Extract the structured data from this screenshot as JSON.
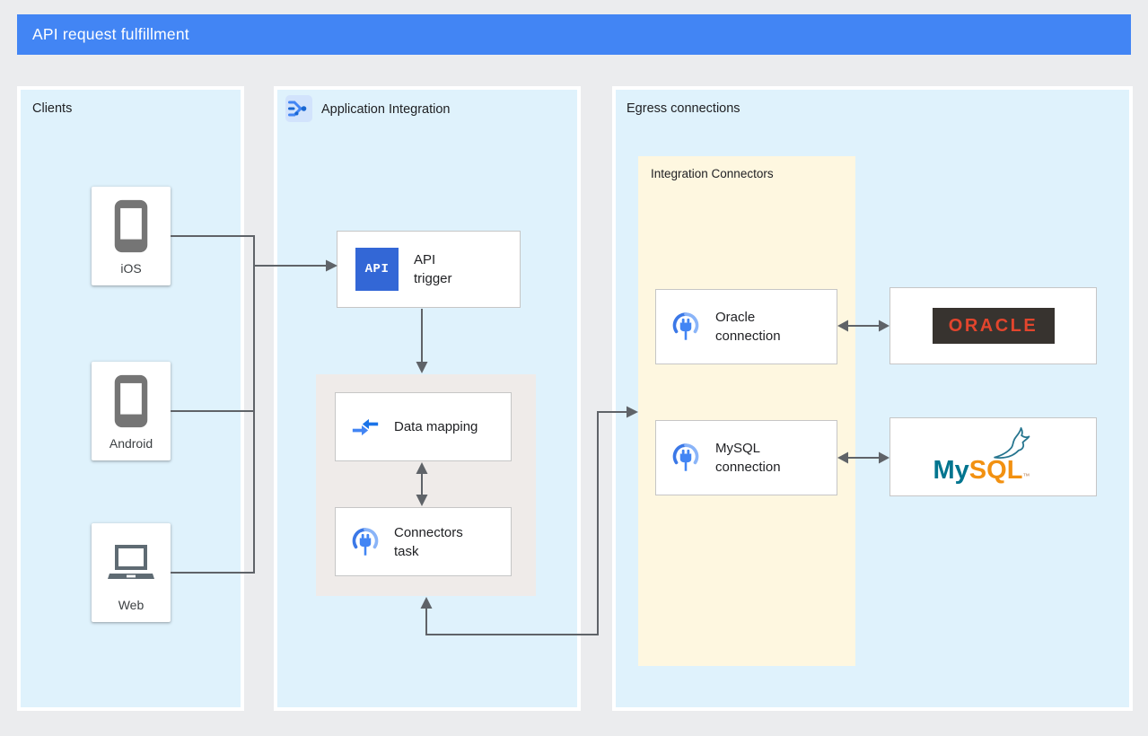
{
  "banner": {
    "title": "API request fulfillment"
  },
  "clients_panel": {
    "title": "Clients",
    "items": [
      {
        "label": "iOS",
        "icon": "smartphone-icon"
      },
      {
        "label": "Android",
        "icon": "smartphone-icon"
      },
      {
        "label": "Web",
        "icon": "laptop-icon"
      }
    ]
  },
  "integration_panel": {
    "title": "Application Integration",
    "api_trigger": {
      "badge": "API",
      "label": "API trigger"
    },
    "data_mapping": {
      "label": "Data mapping"
    },
    "connectors_task": {
      "label": "Connectors task"
    }
  },
  "egress_panel": {
    "title": "Egress connections",
    "integration_connectors": {
      "title": "Integration Connectors",
      "oracle_connection": {
        "label": "Oracle connection"
      },
      "mysql_connection": {
        "label": "MySQL connection"
      }
    },
    "oracle_logo": {
      "text": "ORACLE"
    },
    "mysql_logo": {
      "my": "My",
      "sql": "SQL",
      "tm": "™"
    }
  },
  "colors": {
    "banner": "#4285F4",
    "panel_fill": "#DFF2FC",
    "panel_border": "#FFFFFF",
    "background": "#EBECEE",
    "task_group_fill": "#EFEBE9",
    "connectors_group_fill": "#FEF7E0",
    "card_border": "#C6C6C6",
    "arrow": "#5F6368",
    "api_badge_blue": "#3367D6",
    "icon_gray": "#757575",
    "oracle_red": "#E2452D",
    "oracle_box": "#37332F",
    "mysql_teal": "#00758F",
    "mysql_orange": "#F29111"
  }
}
